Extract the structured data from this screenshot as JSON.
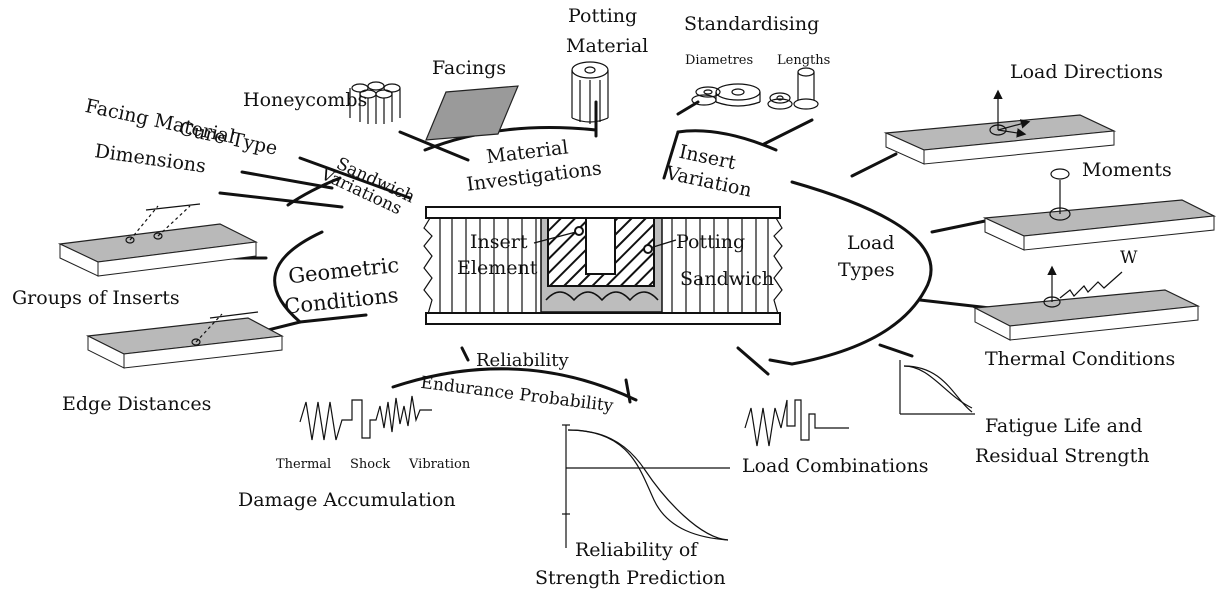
{
  "center": {
    "insert_element": [
      "Insert",
      "Element"
    ],
    "potting_sandwich": [
      "Potting",
      "Sandwich"
    ]
  },
  "branches": {
    "load_types": [
      "Load",
      "Types"
    ],
    "load_directions": "Load Directions",
    "moments": "Moments",
    "w": "W",
    "thermal_conditions": "Thermal Conditions",
    "fatigue": [
      "Fatigue Life and",
      "Residual Strength"
    ],
    "load_combinations": "Load Combinations",
    "reliability": "Reliability",
    "endurance_probability": "Endurance Probability",
    "reliability_of_strength": [
      "Reliability of",
      "Strength Prediction"
    ],
    "damage_accumulation": "Damage Accumulation",
    "signal_labels": [
      "Thermal",
      "Shock",
      "Vibration"
    ],
    "geometric_conditions": [
      "Geometric",
      "Conditions"
    ],
    "groups_of_inserts": "Groups of Inserts",
    "edge_distances": "Edge Distances",
    "sandwich_variations": [
      "Sandwich",
      "Variations"
    ],
    "cure_type": "Cure Type",
    "facing_material": "Facing Material",
    "dimensions": "Dimensions",
    "material_investigations": [
      "Material",
      "Investigations"
    ],
    "honeycombs": "Honeycombs",
    "facings": "Facings",
    "potting_material": [
      "Potting",
      "Material"
    ],
    "insert_variation": [
      "Insert",
      "Variation"
    ],
    "standardising": "Standardising",
    "diametres": "Diametres",
    "lengths": "Lengths"
  }
}
